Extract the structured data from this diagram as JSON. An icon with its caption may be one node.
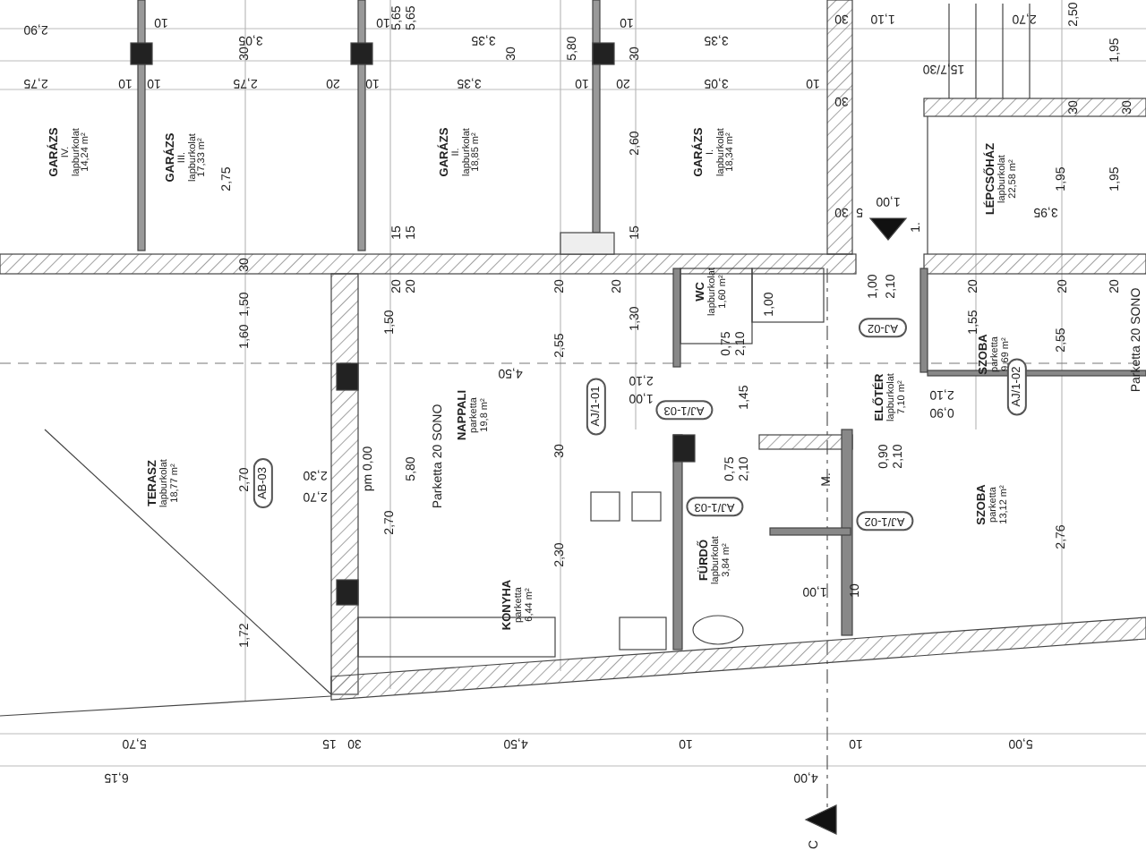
{
  "diagram": {
    "nodes": [
      {
        "text": [
          "GARÁZS",
          "IV.",
          "lapburkolat",
          "14,24 m²"
        ]
      },
      {
        "text": [
          "GARÁZS",
          "III.",
          "lapburkolat",
          "17,33 m²"
        ]
      },
      {
        "text": [
          "GARÁZS",
          "II.",
          "lapburkolat",
          "18,85 m²"
        ]
      },
      {
        "text": [
          "GARÁZS",
          "I.",
          "lapburkolat",
          "18,34 m²"
        ]
      },
      {
        "text": [
          "LÉPCSŐHÁZ",
          "lapburkolat",
          "22,58 m²"
        ]
      },
      {
        "text": [
          "WC",
          "lapburkolat",
          "1,60 m²"
        ]
      },
      {
        "text": [
          "AJ-02"
        ]
      },
      {
        "text": [
          "SZOBA",
          "parketta",
          "9,69 m²"
        ]
      },
      {
        "text": [
          "AJ/1-01"
        ]
      },
      {
        "text": [
          "AJ/1-03"
        ]
      },
      {
        "text": [
          "ELŐTÉR",
          "lapburkolat",
          "7,10 m²"
        ]
      },
      {
        "text": [
          "AJ/1-02"
        ]
      },
      {
        "text": [
          "NAPPALI",
          "parketta",
          "19,8 m²"
        ]
      },
      {
        "text": [
          "TERASZ",
          "lapburkolat",
          "18,77 m²"
        ]
      },
      {
        "text": [
          "AB-03"
        ]
      },
      {
        "text": [
          "AJ/1-03"
        ]
      },
      {
        "text": [
          "SZOBA",
          "parketta",
          "13,12 m²"
        ]
      },
      {
        "text": [
          "AJ/1-02"
        ]
      },
      {
        "text": [
          "FÜRDŐ",
          "lapburkolat",
          "3,84 m²"
        ]
      },
      {
        "text": [
          "KONYHA",
          "parketta",
          "6,44 m²"
        ]
      }
    ],
    "labels": [
      "2,90",
      "10",
      "3,05",
      "10",
      "5,65",
      "5,65",
      "3,35",
      "30",
      "5,80",
      "10",
      "30",
      "3,35",
      "30",
      "1,10",
      "2,70",
      "2,50",
      "30",
      "15,7/30",
      "1,95",
      "2,75",
      "10",
      "10",
      "2,75",
      "20",
      "10",
      "3,35",
      "10",
      "20",
      "3,05",
      "10",
      "30",
      "30",
      "30",
      "2,75",
      "2,60",
      "1,95",
      "1,95",
      "30",
      "5",
      "1,00",
      "3,95",
      "1.",
      "15",
      "15",
      "15",
      "30",
      "20",
      "20",
      "20",
      "20",
      "20",
      "20",
      "20",
      "1,50",
      "1,60",
      "1,50",
      "1,30",
      "1,00",
      "2,10",
      "1,00",
      "1,55",
      "0,75",
      "2,10",
      "Parketta 20 SONO",
      "Parketta 20 SONO",
      "4,50",
      "2,55",
      "2,55",
      "2,10",
      "1,00",
      "1,45",
      "2,10",
      "0,90",
      "2,70",
      "2,30",
      "2,70",
      "pm 0,00",
      "5,80",
      "2,70",
      "30",
      "0,75",
      "2,10",
      "M.",
      "0,90",
      "2,10",
      "2,30",
      "1,00",
      "10",
      "2,76",
      "1,72",
      "5,70",
      "15",
      "30",
      "4,50",
      "10",
      "10",
      "5,00",
      "6,15",
      "4,00",
      "C"
    ]
  }
}
